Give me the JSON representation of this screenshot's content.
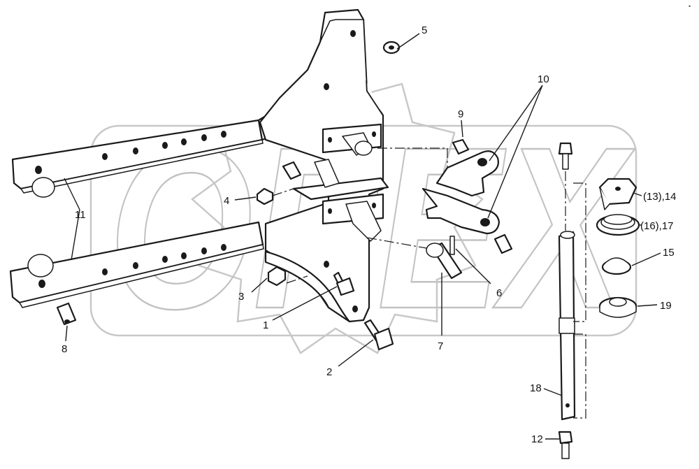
{
  "diagram": {
    "watermark_text": "OPEX",
    "corner_mark": "•",
    "callouts": {
      "c1": "1",
      "c2": "2",
      "c3": "3",
      "c4": "4",
      "c5": "5",
      "c6": "6",
      "c7": "7",
      "c8": "8",
      "c9": "9",
      "c10": "10",
      "c11": "11",
      "c12": "12",
      "c13_14": "(13),14",
      "c15": "15",
      "c16_17": "(16),17",
      "c18": "18",
      "c19": "19"
    }
  }
}
